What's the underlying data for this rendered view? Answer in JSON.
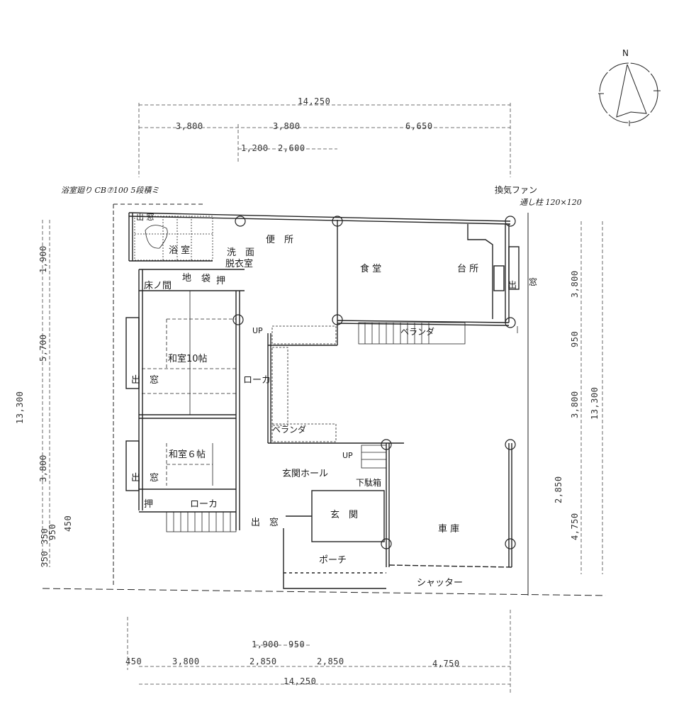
{
  "compass": {
    "label": "N"
  },
  "note_top_left": "浴室廻り CB⑦100 5段積ミ",
  "annotations": {
    "fan": "換気ファン",
    "column": "通し柱 120×120",
    "shutter": "シャッター"
  },
  "rooms": {
    "bath_window": "出 窓",
    "bathroom": "浴 室",
    "washroom_1": "洗　面",
    "washroom_2": "脱衣室",
    "toilet": "便　所",
    "dining": "食 堂",
    "kitchen": "台 所",
    "kitchen_bay": "出",
    "kitchen_window": "窓",
    "tokonoma": "床ノ間",
    "jibukuro": "地",
    "fukuro": "袋",
    "oshiire_top": "押",
    "washitsu10": "和室10帖",
    "bay_window_1": "出　窓",
    "corridor_1": "ローカ",
    "veranda_1": "ベランダ",
    "veranda_2": "ベランダ",
    "up_1": "UP",
    "up_2": "UP",
    "washitsu6": "和室６帖",
    "bay_window_2": "出　窓",
    "oshiire_bottom": "押",
    "corridor_2": "ローカ",
    "bay_window_3": "出　窓",
    "entrance_hall": "玄関ホール",
    "shoe_box": "下駄箱",
    "entrance": "玄　関",
    "porch": "ポーチ",
    "garage": "車 庫"
  },
  "dimensions": {
    "top": {
      "total": "14,250",
      "row1": [
        "3,800",
        "3,800",
        "6,650"
      ],
      "row2": [
        "1,200",
        "2,600"
      ]
    },
    "bottom": {
      "total": "14,250",
      "row1": [
        "1,900",
        "950"
      ],
      "row2": [
        "450",
        "3,800",
        "2,850",
        "2,850",
        "4,750"
      ]
    },
    "left": {
      "total": "13,300",
      "segments": [
        "1,900",
        "5,700",
        "3,800",
        "350",
        "950",
        "350",
        "450"
      ]
    },
    "right": {
      "total": "13,300",
      "segments": [
        "3,800",
        "950",
        "3,800",
        "2,850",
        "4,750"
      ]
    }
  }
}
